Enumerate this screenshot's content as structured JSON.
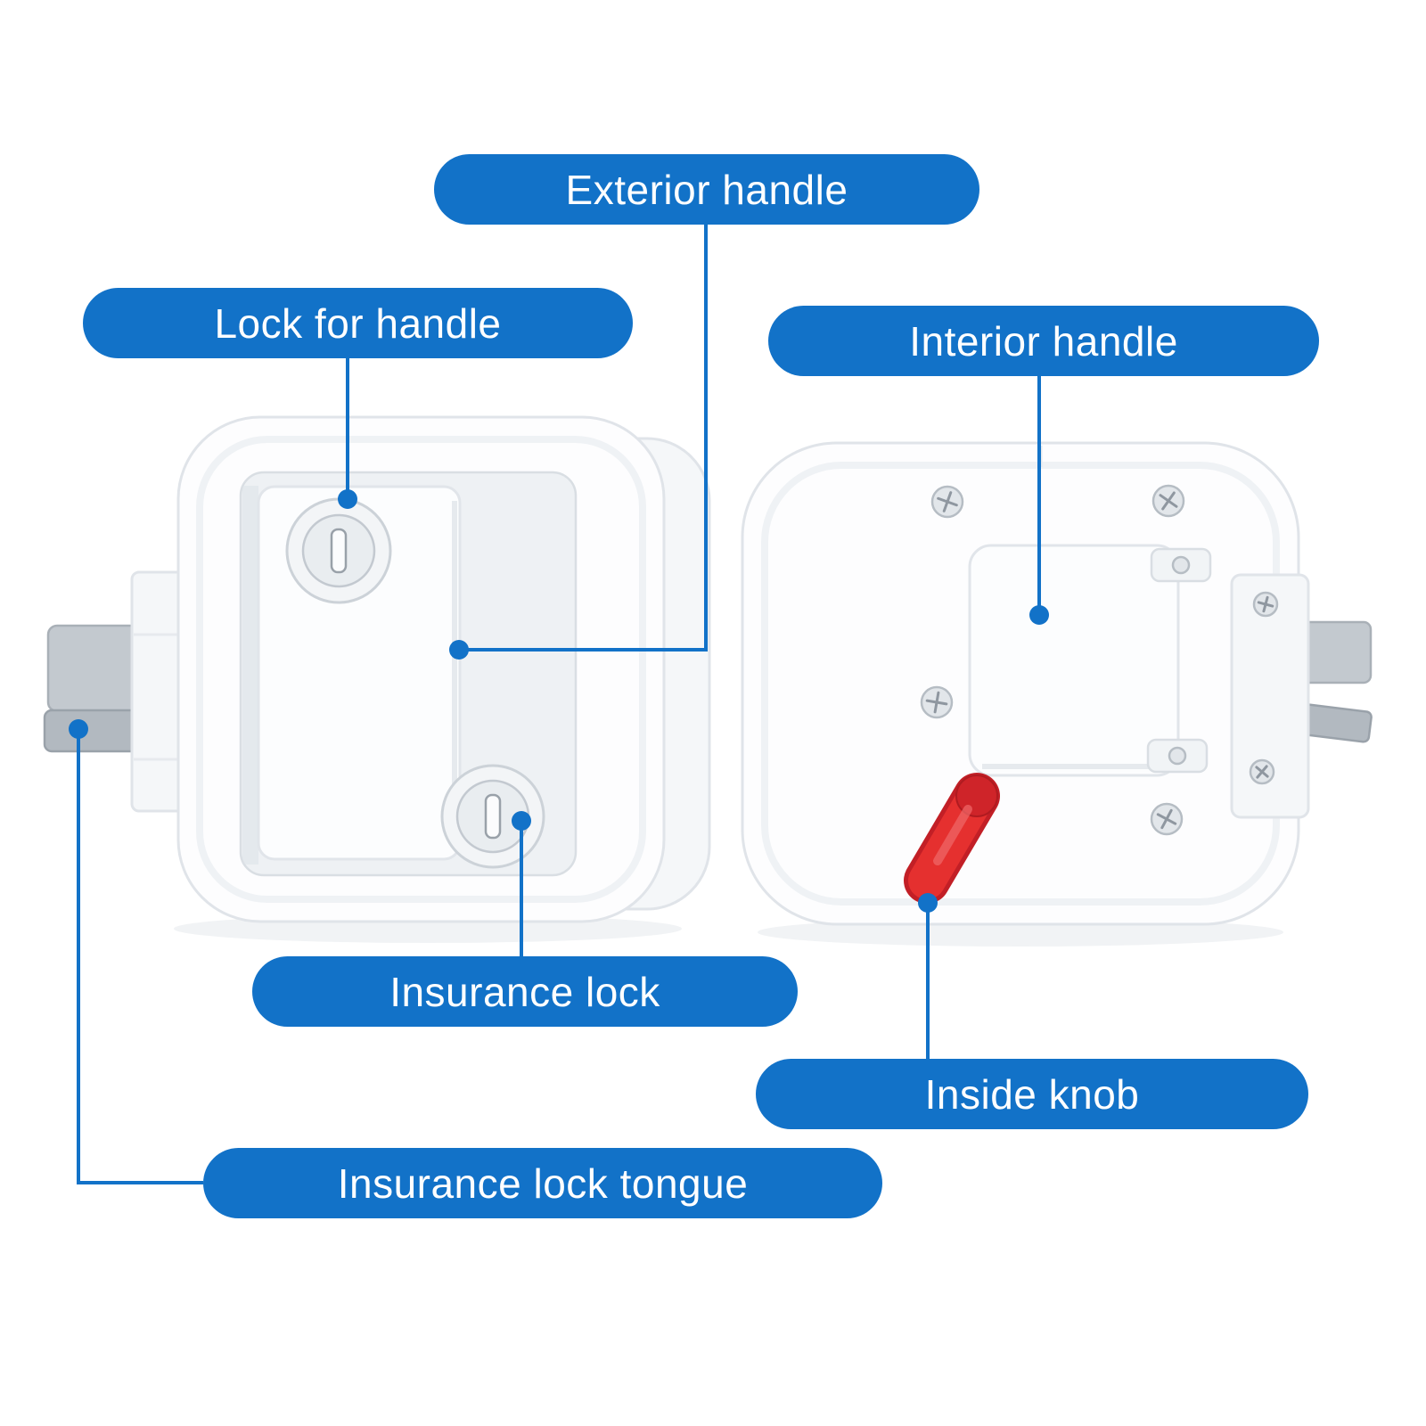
{
  "colors": {
    "accent": "#1272c8",
    "label_text": "#ffffff",
    "knob_red": "#e5302f",
    "metal_gray": "#c3c9cf",
    "metal_gray_dark": "#b2b9c0"
  },
  "labels": {
    "exterior_handle": "Exterior handle",
    "lock_for_handle": "Lock for handle",
    "interior_handle": "Interior handle",
    "insurance_lock": "Insurance lock",
    "inside_knob": "Inside knob",
    "insurance_lock_tongue": "Insurance lock tongue"
  }
}
